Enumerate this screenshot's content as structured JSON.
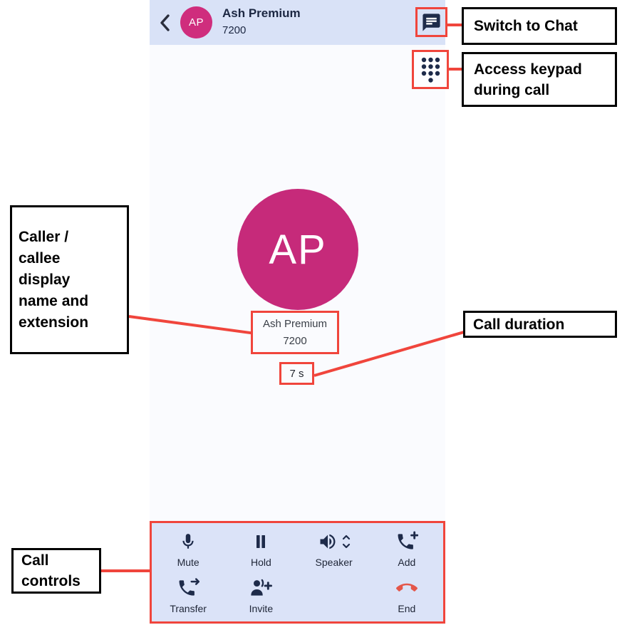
{
  "colors": {
    "avatar_pink": "#c62a7a",
    "topbar_background": "#d9e2f7",
    "controls_panel_background": "#dbe3f8",
    "annotation_red": "#f0453c",
    "icon_navy": "#1e2b4a",
    "end_call_red": "#e4564a"
  },
  "app": {
    "top_bar": {
      "avatar_initials": "AP",
      "contact_name": "Ash Premium",
      "extension": "7200"
    },
    "call_screen": {
      "avatar_initials": "AP",
      "contact_name": "Ash Premium",
      "extension": "7200",
      "duration": "7 s"
    },
    "controls": [
      {
        "label": "Mute",
        "icon": "microphone-icon"
      },
      {
        "label": "Hold",
        "icon": "pause-icon"
      },
      {
        "label": "Speaker",
        "icon": "speaker-volume-icon"
      },
      {
        "label": "Add",
        "icon": "add-call-icon"
      },
      {
        "label": "Transfer",
        "icon": "transfer-call-icon"
      },
      {
        "label": "Invite",
        "icon": "invite-participant-icon"
      },
      {
        "label": "End",
        "icon": "end-call-icon"
      }
    ]
  },
  "annotations": {
    "switch_to_chat": "Switch to Chat",
    "access_keypad": "Access keypad\nduring call",
    "caller_callee": "Caller /\ncallee\ndisplay\nname and\nextension",
    "call_duration": "Call duration",
    "call_controls": "Call\ncontrols"
  }
}
